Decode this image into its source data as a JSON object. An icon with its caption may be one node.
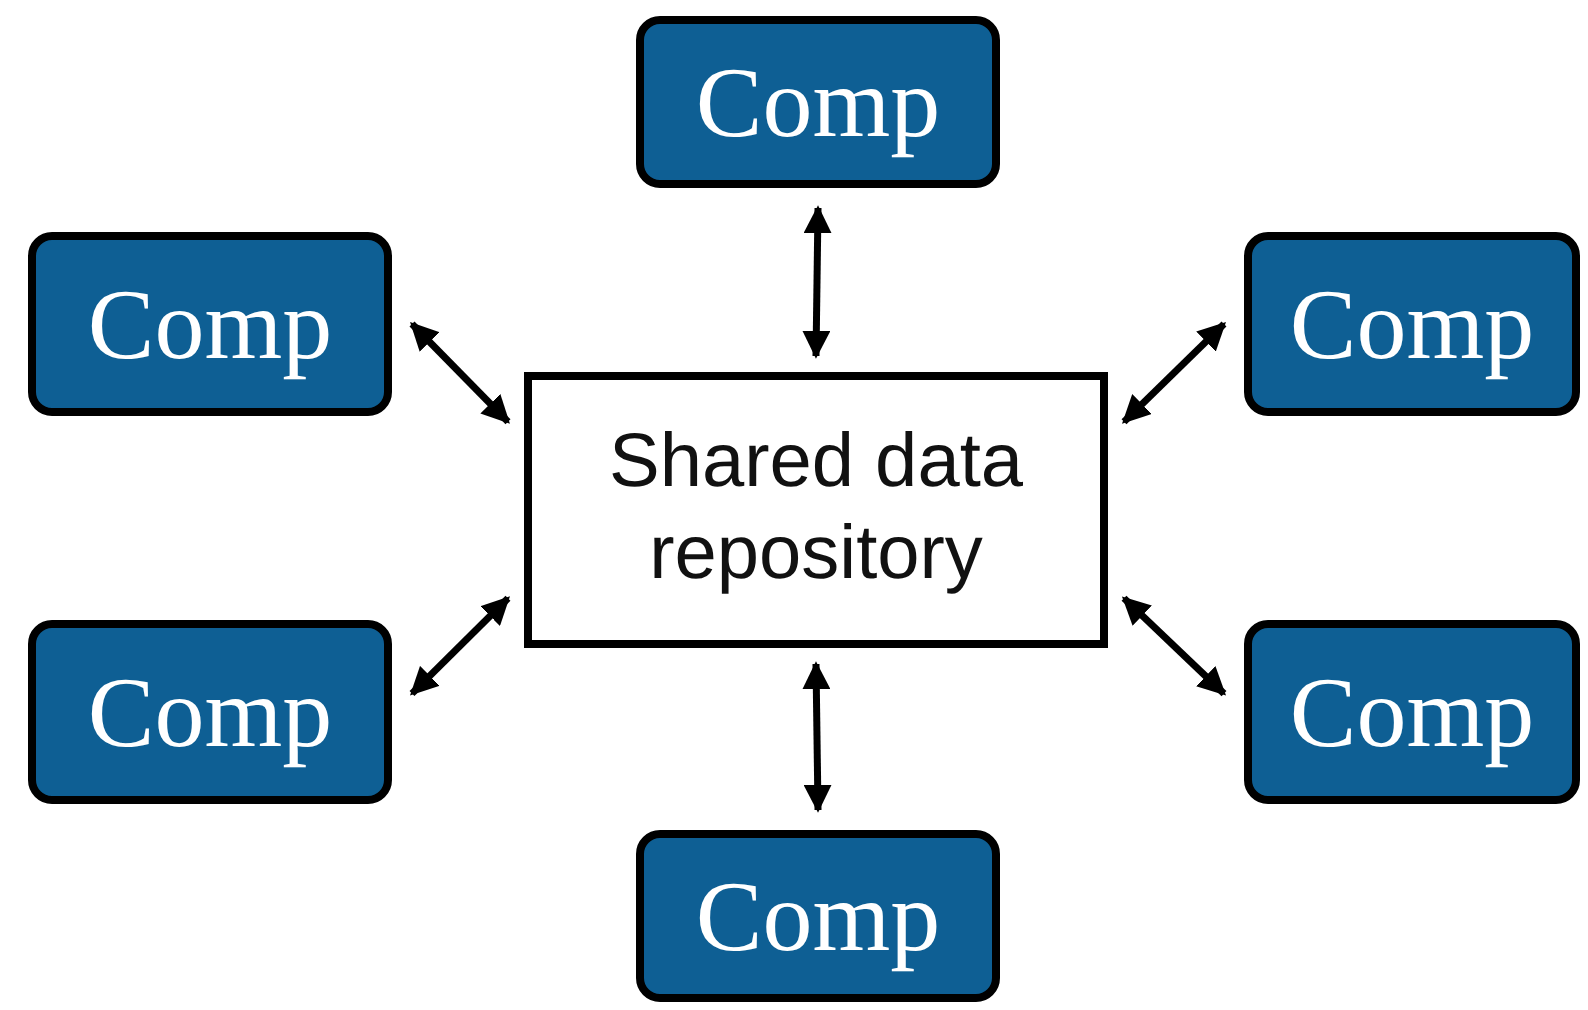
{
  "diagram": {
    "nodes": [
      {
        "text": [
          "Comp"
        ]
      },
      {
        "text": [
          "Comp"
        ]
      },
      {
        "text": [
          "Shared data repository"
        ]
      },
      {
        "text": [
          "Comp"
        ]
      },
      {
        "text": [
          "Comp"
        ]
      },
      {
        "text": [
          "Comp"
        ]
      },
      {
        "text": [
          "Comp"
        ]
      }
    ],
    "edges": [
      {
        "from": 2,
        "to": 0,
        "arrow": "both"
      },
      {
        "from": 2,
        "to": 1,
        "arrow": "both"
      },
      {
        "from": 2,
        "to": 3,
        "arrow": "both"
      },
      {
        "from": 2,
        "to": 4,
        "arrow": "both"
      },
      {
        "from": 2,
        "to": 5,
        "arrow": "both"
      },
      {
        "from": 2,
        "to": 6,
        "arrow": "both"
      }
    ]
  }
}
